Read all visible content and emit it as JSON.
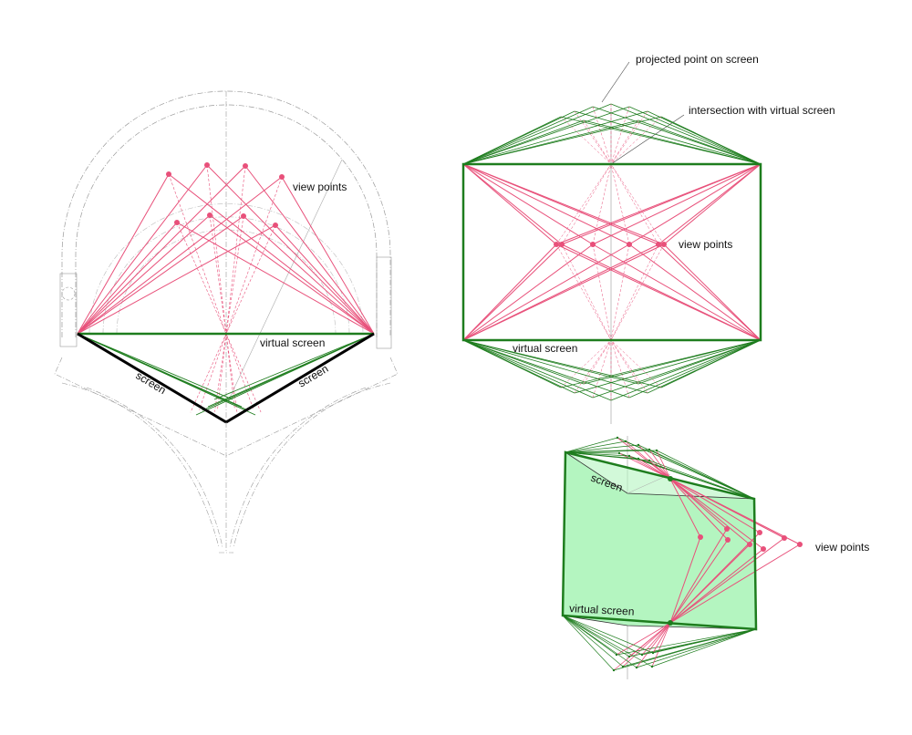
{
  "colors": {
    "pink": "#e8507a",
    "green": "#1e7d1e",
    "fill": "#b4f5c0",
    "grey": "#9a9a9a"
  },
  "left_plan": {
    "view_points_label": "view points",
    "virtual_screen_label": "virtual screen",
    "screen_left_label": "screen",
    "screen_right_label": "screen"
  },
  "top_right": {
    "projected_label": "projected point on screen",
    "intersection_label": "intersection with virtual screen",
    "view_points_label": "view points",
    "virtual_screen_label": "virtual screen"
  },
  "bottom_right": {
    "screen_label": "screen",
    "virtual_screen_label": "virtual screen",
    "view_points_label": "view points"
  }
}
